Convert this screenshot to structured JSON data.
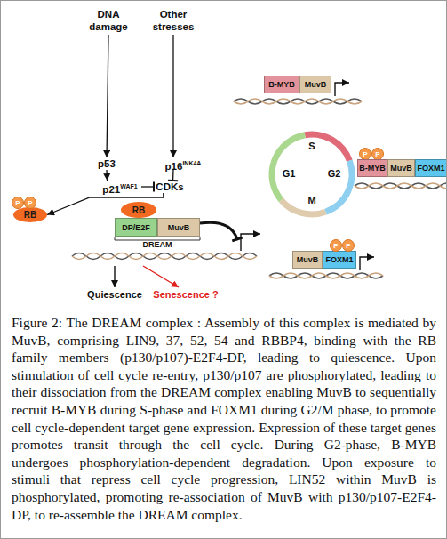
{
  "diagram": {
    "caption": "Figure 2: The DREAM complex : Assembly of this complex is mediated by MuvB, comprising LIN9, 37, 52, 54 and RBBP4, binding with the RB family members (p130/p107)-E2F4-DP, leading to quiescence. Upon stimulation of cell cycle re-entry, p130/p107 are phosphorylated, leading to their dissociation from the DREAM complex enabling MuvB to sequentially recruit B-MYB during S-phase and FOXM1 during G2/M phase, to promote cell cycle-dependent target gene expression. Expression of these target genes promotes transit through the cell cycle. During G2-phase, B-MYB undergoes phosphorylation-dependent degradation. Upon exposure to stimuli that repress cell cycle progression, LIN52 within MuvB is phosphorylated, promoting re-association of MuvB with p130/p107-E2F4-DP, to re-assemble the DREAM complex.",
    "nodes": [
      {
        "text": [
          "DNA damage"
        ]
      },
      {
        "text": [
          "Other stresses"
        ]
      },
      {
        "text": [
          "p53"
        ]
      },
      {
        "text": [
          "p16",
          "INK4A"
        ]
      },
      {
        "text": [
          "p21",
          "WAF1"
        ]
      },
      {
        "text": [
          "CDKs"
        ]
      },
      {
        "text": [
          "RB"
        ]
      },
      {
        "text": [
          "P"
        ]
      },
      {
        "text": [
          "P"
        ]
      },
      {
        "text": [
          "RB"
        ]
      },
      {
        "text": [
          "DP/E2F"
        ]
      },
      {
        "text": [
          "MuvB"
        ]
      },
      {
        "text": [
          "B-MYB"
        ]
      },
      {
        "text": [
          "MuvB"
        ]
      },
      {
        "text": [
          "P"
        ]
      },
      {
        "text": [
          "P"
        ]
      },
      {
        "text": [
          "B-MYB"
        ]
      },
      {
        "text": [
          "MuvB"
        ]
      },
      {
        "text": [
          "FOXM1"
        ]
      },
      {
        "text": [
          "MuvB"
        ]
      },
      {
        "text": [
          "FOXM1"
        ]
      },
      {
        "text": [
          "P"
        ]
      },
      {
        "text": [
          "P"
        ]
      }
    ],
    "edges": [
      {
        "from": 0,
        "to": 2,
        "arrow": "to"
      },
      {
        "from": 2,
        "to": 4,
        "arrow": "to"
      },
      {
        "from": 1,
        "to": 3,
        "arrow": "to"
      },
      {
        "from": 4,
        "to": 5,
        "arrow": "to"
      },
      {
        "from": 3,
        "to": 5,
        "arrow": "to"
      },
      {
        "from": 5,
        "to": 6,
        "arrow": "to"
      }
    ],
    "labels": [
      "DREAM",
      "Quiescence",
      "Senescence ?",
      "S",
      "G1",
      "G2",
      "M"
    ]
  }
}
